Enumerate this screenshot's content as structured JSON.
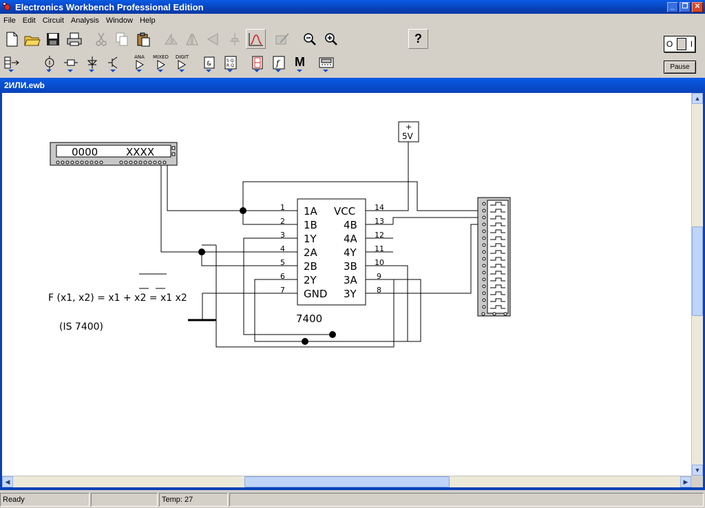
{
  "window": {
    "title": "Electronics Workbench Professional Edition",
    "minimize": "_",
    "restore": "❐",
    "close": "✕"
  },
  "menu": [
    "File",
    "Edit",
    "Circuit",
    "Analysis",
    "Window",
    "Help"
  ],
  "toolbar": {
    "help_label": "?",
    "mixed_labels": {
      "analog": "ANA",
      "mixed": "MIXED",
      "digital": "DIGIT"
    },
    "misc_label": "M"
  },
  "controls": {
    "power_on": "I",
    "power_off": "O",
    "pause_label": "Pause"
  },
  "document": {
    "title": "2ИЛИ.ewb"
  },
  "circuit": {
    "word_generator": {
      "left_value": "0000",
      "right_value": "XXXX"
    },
    "supply": {
      "sign": "+",
      "voltage": "5V"
    },
    "chip": {
      "name": "7400",
      "left_pins": [
        {
          "num": "1",
          "name": "1A"
        },
        {
          "num": "2",
          "name": "1B"
        },
        {
          "num": "3",
          "name": "1Y"
        },
        {
          "num": "4",
          "name": "2A"
        },
        {
          "num": "5",
          "name": "2B"
        },
        {
          "num": "6",
          "name": "2Y"
        },
        {
          "num": "7",
          "name": "GND"
        }
      ],
      "right_pins": [
        {
          "num": "14",
          "name": "VCC"
        },
        {
          "num": "13",
          "name": "4B"
        },
        {
          "num": "12",
          "name": "4A"
        },
        {
          "num": "11",
          "name": "4Y"
        },
        {
          "num": "10",
          "name": "3B"
        },
        {
          "num": "9",
          "name": "3A"
        },
        {
          "num": "8",
          "name": "3Y"
        }
      ]
    },
    "formula": "F (x1, x2) = x1 + x2 = x1 x2",
    "chip_note": "(IS  7400)"
  },
  "scroll": {
    "up": "▲",
    "down": "▼",
    "left": "◀",
    "right": "▶"
  },
  "status": {
    "ready": "Ready",
    "empty": "",
    "temp": "Temp:  27"
  }
}
